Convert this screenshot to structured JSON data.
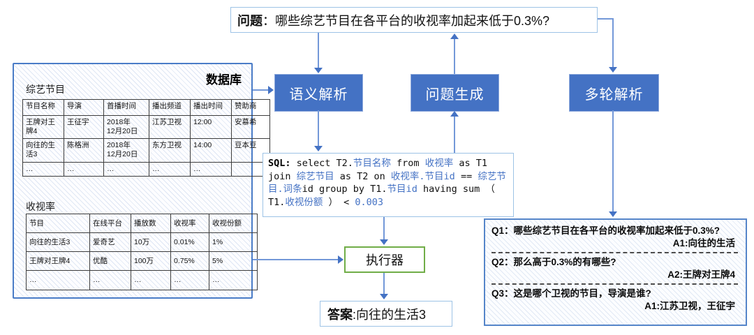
{
  "question_box": {
    "label": "问题",
    "text": "：哪些综艺节目在各平台的收视率加起来低于0.3%?"
  },
  "database": {
    "title": "数据库",
    "tables": [
      {
        "name": "综艺节目",
        "columns": [
          "节目名称",
          "导演",
          "首播时间",
          "播出频道",
          "播出时间",
          "赞助商"
        ],
        "rows": [
          [
            "王牌对王牌4",
            "王征宇",
            "2018年\n12月20日",
            "江苏卫视",
            "12:00",
            "安慕希"
          ],
          [
            "向往的生活3",
            "陈格洲",
            "2018年\n12月20日",
            "东方卫视",
            "14:00",
            "豆本豆"
          ],
          [
            "…",
            "…",
            "…",
            "…",
            "…",
            ""
          ]
        ]
      },
      {
        "name": "收视率",
        "columns": [
          "节目",
          "在线平台",
          "播放数",
          "收视率",
          "收视份额"
        ],
        "rows": [
          [
            "向往的生活3",
            "爱奇艺",
            "10万",
            "0.01%",
            "1%"
          ],
          [
            "王牌对王牌4",
            "优酷",
            "100万",
            "0.75%",
            "5%"
          ],
          [
            "…",
            "…",
            "…",
            "…",
            "…"
          ]
        ]
      }
    ]
  },
  "modules": {
    "semantic_parsing": "语义解析",
    "question_generation": "问题生成",
    "multi_turn_parsing": "多轮解析",
    "executor": "执行器"
  },
  "sql": {
    "label": "SQL:",
    "tokens": [
      {
        "t": " select T2.",
        "c": "k"
      },
      {
        "t": "节目名称",
        "c": "b"
      },
      {
        "t": " from ",
        "c": "k"
      },
      {
        "t": "收视率",
        "c": "b"
      },
      {
        "t": " as T1 join ",
        "c": "k"
      },
      {
        "t": "综艺节目",
        "c": "b"
      },
      {
        "t": " as T2 on ",
        "c": "k"
      },
      {
        "t": "收视率.节目id",
        "c": "b"
      },
      {
        "t": " == ",
        "c": "k"
      },
      {
        "t": "综艺节目.词条",
        "c": "b"
      },
      {
        "t": "id group by T1.",
        "c": "k"
      },
      {
        "t": "节目id",
        "c": "b"
      },
      {
        "t": " having sum （ T1.",
        "c": "k"
      },
      {
        "t": "收视份额",
        "c": "b"
      },
      {
        "t": " ） < ",
        "c": "k"
      },
      {
        "t": "0.003",
        "c": "b"
      }
    ]
  },
  "answer_box": {
    "label": "答案",
    "text": ":向往的生活3"
  },
  "qa": {
    "items": [
      {
        "q": "Q1：哪些综艺节目在各平台的收视率加起来低于0.3%?",
        "a": "A1:向往的生活"
      },
      {
        "q": "Q2：那么高于0.3%的有哪些?",
        "a": "A2:王牌对王牌4"
      },
      {
        "q": "Q3：这是哪个卫视的节目，导演是谁?",
        "a": "A1:江苏卫视，王征宇"
      }
    ]
  },
  "colors": {
    "module_fill": "#4472C4",
    "module_border": "#8FAADC",
    "line_blue": "#7398D8",
    "arrow_blue": "#4472C4",
    "light_box_border": "#9DC3E6",
    "db_border": "#4a7cc7",
    "executor_border": "#70AD47",
    "sql_schema_blue": "#4472C4",
    "dash_divider": "#4d4d4d"
  }
}
